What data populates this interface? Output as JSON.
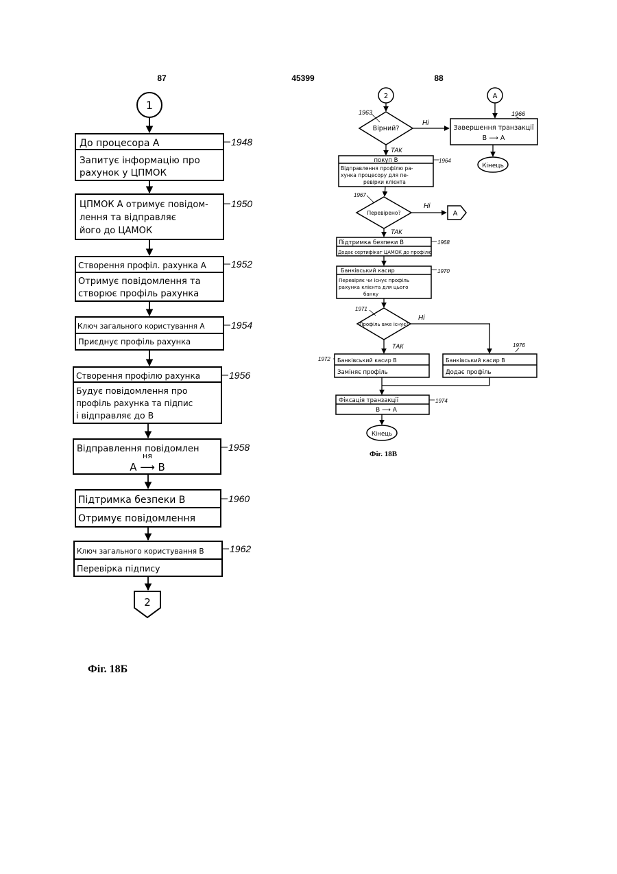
{
  "header": {
    "page_left": "87",
    "patent_number": "45399",
    "page_right": "88"
  },
  "left_figure": {
    "start_connector": "1",
    "end_connector": "2",
    "caption": "Фіг. 18Б",
    "blocks": [
      {
        "ref": "1948",
        "title": "До процесора А",
        "body": [
          "Запитує інформацію про",
          "рахунок у ЦПМОК"
        ]
      },
      {
        "ref": "1950",
        "title": "",
        "body": [
          "ЦПМОК А отримує повідом-",
          "лення та відправляє",
          "його до ЦАМОК"
        ]
      },
      {
        "ref": "1952",
        "title": "Створення профіл. рахунка А",
        "body": [
          "Отримує повідомлення та",
          "створює профіль рахунка"
        ]
      },
      {
        "ref": "1954",
        "title": "Ключ загального користування А",
        "body": [
          "Приєднує профіль рахунка"
        ]
      },
      {
        "ref": "1956",
        "title": "Створення профілю рахунка",
        "body": [
          "Будує повідомлення про",
          "профіль рахунка та підпис",
          "і відправляє до В"
        ]
      },
      {
        "ref": "1958",
        "title": "",
        "body": [
          "Відправлення повідомлен",
          "ня",
          "А ⟶ В"
        ]
      },
      {
        "ref": "1960",
        "title": "Підтримка безпеки В",
        "body": [
          "Отримує повідомлення"
        ]
      },
      {
        "ref": "1962",
        "title": "Ключ загального користування В",
        "body": [
          "Перевірка підпису"
        ]
      }
    ]
  },
  "right_figure": {
    "caption": "Фіг. 18В",
    "connector_2": "2",
    "connector_a_top": "A",
    "connector_a_right": "A",
    "decision_1963": {
      "ref": "1963",
      "label": "Вірний?",
      "no": "Ні",
      "yes": "ТАК"
    },
    "block_1966": {
      "ref": "1966",
      "lines": [
        "Завершення транзакції",
        "В ⟶ А"
      ]
    },
    "end_1": "Кінець",
    "block_1964": {
      "ref": "1964",
      "title": "покуп В",
      "body": [
        "Відправлення профілю ра-",
        "хунка процесору для пе-",
        "ревірки клієнта"
      ]
    },
    "decision_1967": {
      "ref": "1967",
      "label": "Перевірено?",
      "no": "Ні"
    },
    "yes_1967": "ТАК",
    "block_1968": {
      "ref": "1968",
      "title": "Підтримка безпеки В",
      "body": [
        "Додає сертифікат ЦАМОК до профілю"
      ]
    },
    "block_1970": {
      "ref": "1970",
      "title": "Банківський касир",
      "body": [
        "Перевіряє чи існує профіль",
        "рахунка клієнта для цього",
        "банку"
      ]
    },
    "decision_1971": {
      "ref": "1971",
      "label": "Профіль вже існує?",
      "no": "Ні",
      "yes": "ТАК"
    },
    "block_1972": {
      "ref": "1972",
      "title": "Банківський касир В",
      "body": [
        "Заміняє профіль"
      ]
    },
    "block_1976": {
      "ref": "1976",
      "title": "Банківський касир В",
      "body": [
        "Додає профіль"
      ]
    },
    "block_1974": {
      "ref": "1974",
      "title": "Фіксація транзакції",
      "body": [
        "В ⟶ А"
      ]
    },
    "end_2": "Кінець"
  }
}
